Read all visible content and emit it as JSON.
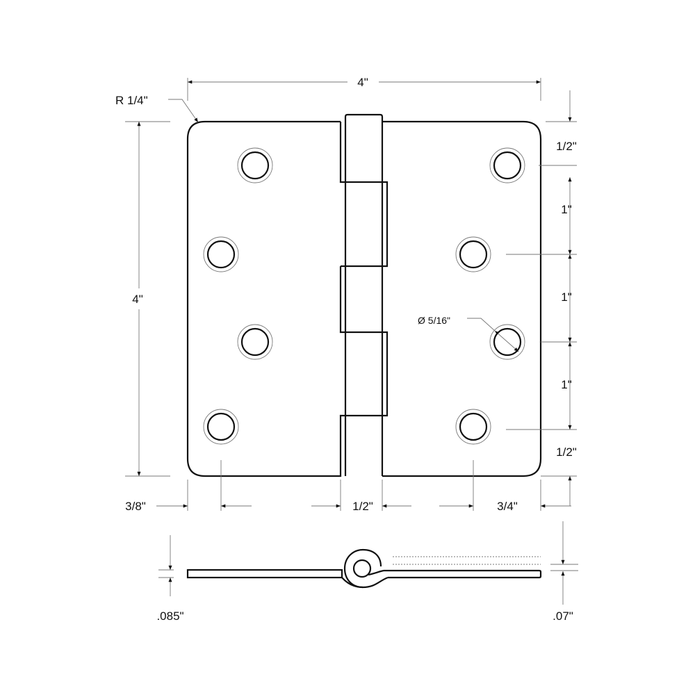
{
  "drawing": {
    "overall_width": "4\"",
    "overall_height": "4\"",
    "corner_radius": "R 1/4\"",
    "hole_diameter": "Ø 5/16\"",
    "right_spacing": [
      "1/2\"",
      "1\"",
      "1\"",
      "1\"",
      "1/2\""
    ],
    "edge_offset_left": "3/8\"",
    "knuckle_width": "1/2\"",
    "edge_offset_right": "3/4\"",
    "leaf_thickness": ".085\"",
    "thin_thickness": ".07\""
  }
}
